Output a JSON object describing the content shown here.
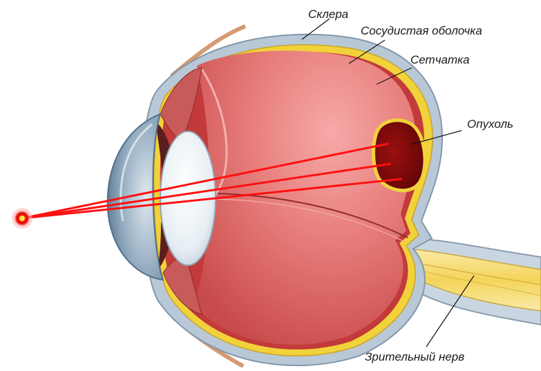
{
  "labels": {
    "sclera": "Склера",
    "choroid": "Сосудистая оболочка",
    "retina": "Сетчатка",
    "tumor": "Опухоль",
    "optic_nerve": "Зрительный нерв"
  },
  "colors": {
    "sclera": "#b9c8d6",
    "choroid": "#f1d23a",
    "retina_edge": "#c23a3a",
    "vitreous": "#de6c6c",
    "tumor": "#7c0a0a",
    "laser": "#ff1010",
    "laser_source": "#e00000",
    "lens": "#eef3f6",
    "cornea": "#6d8aa3",
    "nerve": "#f1dc7a",
    "leader_line": "#111111"
  },
  "icons": {
    "laser_source": "laser-dot-icon"
  }
}
